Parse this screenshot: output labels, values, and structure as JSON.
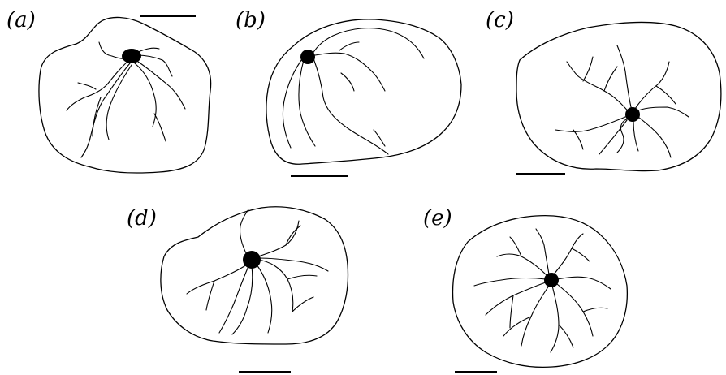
{
  "figure": {
    "panels": [
      {
        "id": "a",
        "label": "(a)"
      },
      {
        "id": "b",
        "label": "(b)"
      },
      {
        "id": "c",
        "label": "(c)"
      },
      {
        "id": "d",
        "label": "(d)"
      },
      {
        "id": "e",
        "label": "(e)"
      }
    ],
    "colors": {
      "stroke": "#000000",
      "background": "#ffffff"
    }
  }
}
